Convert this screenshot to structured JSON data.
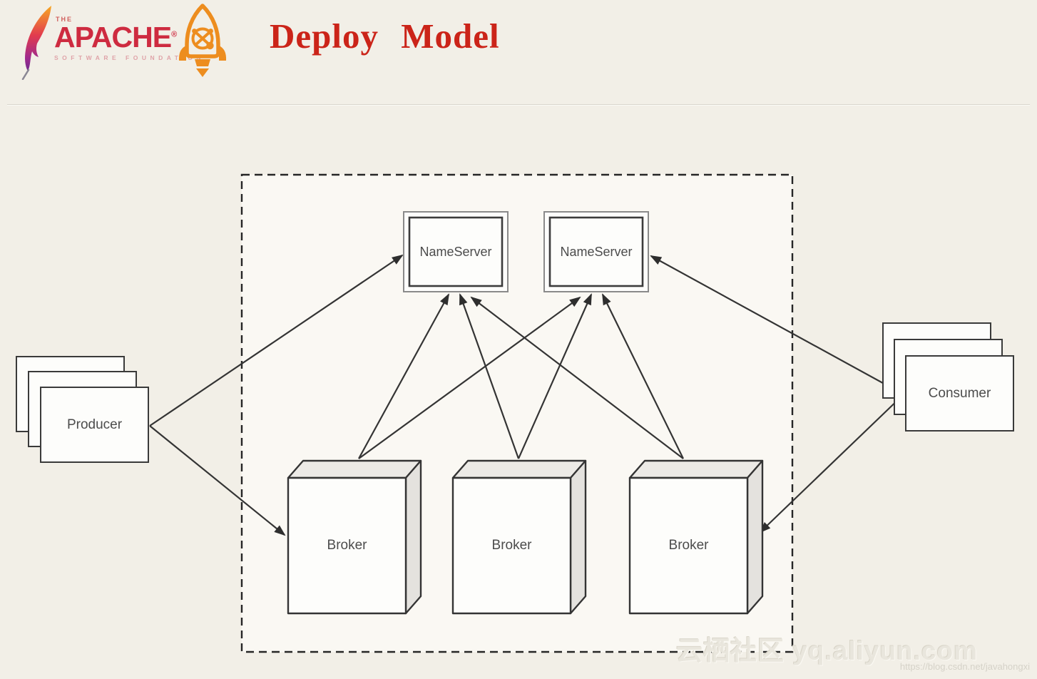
{
  "header": {
    "apache": {
      "the": "THE",
      "name": "APACHE",
      "registered": "®",
      "subtitle": "SOFTWARE FOUNDATION"
    },
    "title": "Deploy Model"
  },
  "diagram": {
    "nameserver1": "NameServer",
    "nameserver2": "NameServer",
    "broker1": "Broker",
    "broker2": "Broker",
    "broker3": "Broker",
    "producer": "Producer",
    "consumer": "Consumer",
    "edges": [
      {
        "from": "producer",
        "to": "nameserver-1"
      },
      {
        "from": "producer",
        "to": "broker-1"
      },
      {
        "from": "consumer",
        "to": "nameserver-2"
      },
      {
        "from": "consumer",
        "to": "broker-3"
      },
      {
        "from": "broker-1",
        "to": "nameserver-1"
      },
      {
        "from": "broker-1",
        "to": "nameserver-2"
      },
      {
        "from": "broker-2",
        "to": "nameserver-1"
      },
      {
        "from": "broker-2",
        "to": "nameserver-2"
      },
      {
        "from": "broker-3",
        "to": "nameserver-1"
      },
      {
        "from": "broker-3",
        "to": "nameserver-2"
      }
    ],
    "colors": {
      "background": "#f2efe7",
      "line": "#343434",
      "box_fill": "#fdfdfb",
      "broker_top": "#eceae6",
      "broker_side": "#e4e2de",
      "title_red": "#cb2419",
      "apache_red": "#ce2b40",
      "rocket_orange": "#ed8d1f"
    }
  },
  "watermark": {
    "site": "云栖社区 yq.aliyun.com",
    "url": "https://blog.csdn.net/javahongxi"
  }
}
